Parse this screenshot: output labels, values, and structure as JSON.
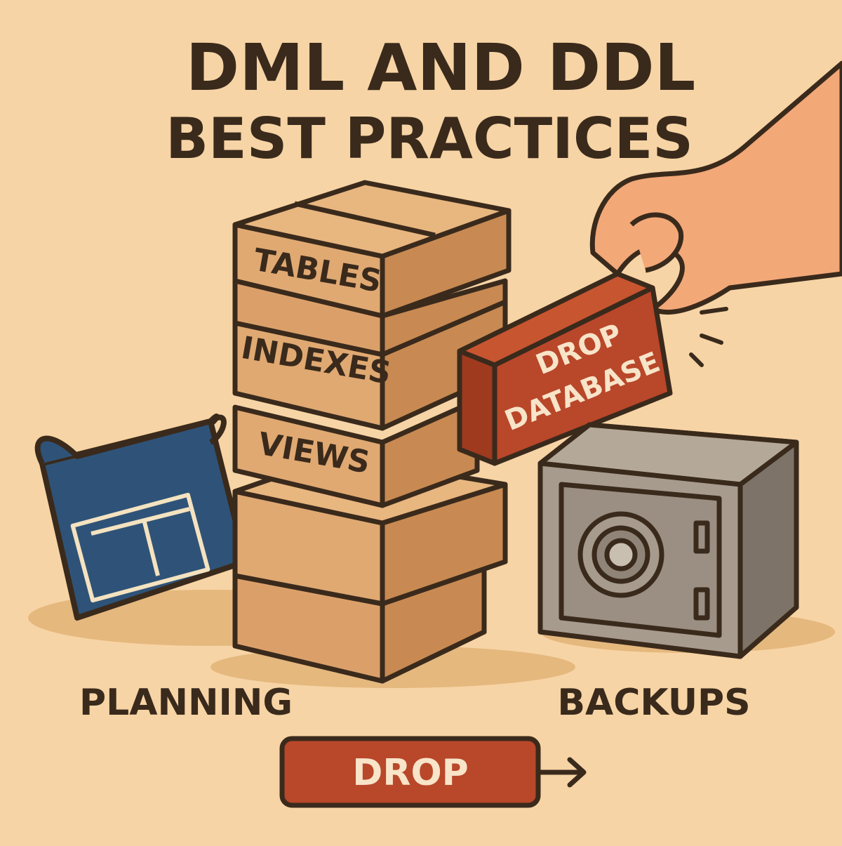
{
  "title": {
    "line1": "DML AND DDL",
    "line2": "BEST PRACTICES"
  },
  "tower": {
    "blocks": [
      {
        "label": "TABLES"
      },
      {
        "label": "INDEXES"
      },
      {
        "label": "VIEWS"
      }
    ]
  },
  "pulled_block": {
    "line1": "DROP",
    "line2": "DATABASE",
    "color": "#b9472a"
  },
  "planning": {
    "label": "PLANNING",
    "color": "#2f5378"
  },
  "backups": {
    "label": "BACKUPS",
    "color": "#9a8f82"
  },
  "drop_button": {
    "label": "DROP",
    "color": "#b9472a"
  },
  "colors": {
    "background": "#f7d4a5",
    "block": "#dba06a",
    "outline": "#3a2a1c",
    "skin": "#f3a878"
  },
  "icons": [
    "blueprint-icon",
    "safe-icon",
    "hand-icon",
    "arrow-right-icon"
  ]
}
